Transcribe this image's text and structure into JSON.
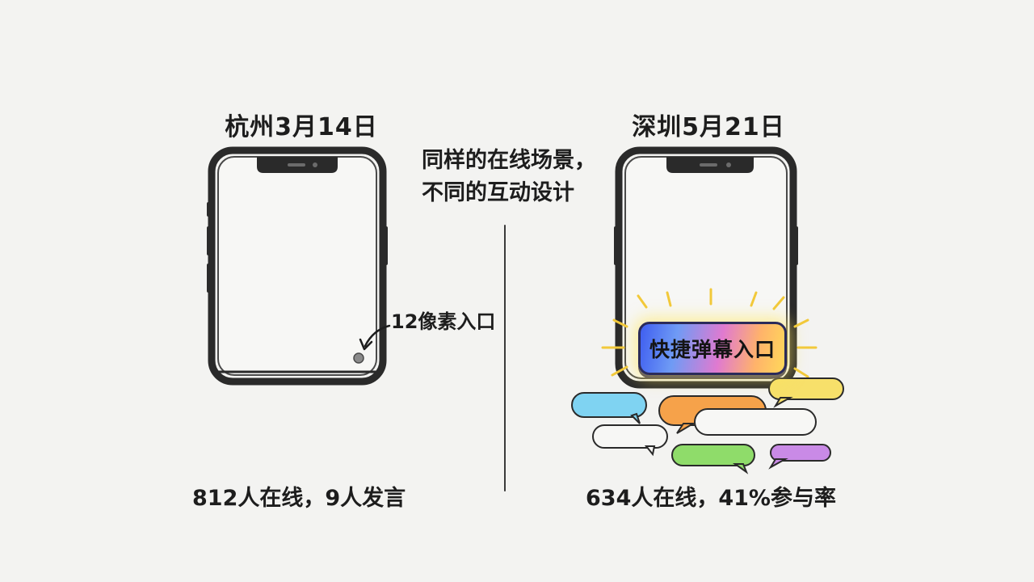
{
  "left": {
    "title": "杭州3月14日",
    "annotation": "12像素入口",
    "stat": "812人在线，9人发言"
  },
  "center": {
    "caption_line1": "同样的在线场景，",
    "caption_line2": "不同的互动设计"
  },
  "right": {
    "title": "深圳5月21日",
    "button_label": "快捷弹幕入口",
    "stat": "634人在线，41%参与率"
  },
  "colors": {
    "background": "#f3f3f1",
    "phone_frame": "#2a2a2a",
    "entry_dot": "#8a8a8a",
    "bubble_cyan": "#7fd3f2",
    "bubble_orange": "#f6a24a",
    "bubble_yellow": "#f7e06a",
    "bubble_green": "#8fdc6a",
    "bubble_purple": "#c98ae6",
    "bubble_pink": "#f2b6d6"
  }
}
